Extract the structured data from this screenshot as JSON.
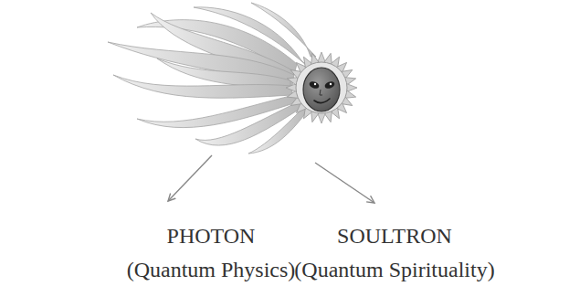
{
  "diagram": {
    "labels": [
      "PHOTON",
      "(Quantum Physics)",
      "SOULTRON",
      "(Quantum Spirituality)"
    ]
  }
}
